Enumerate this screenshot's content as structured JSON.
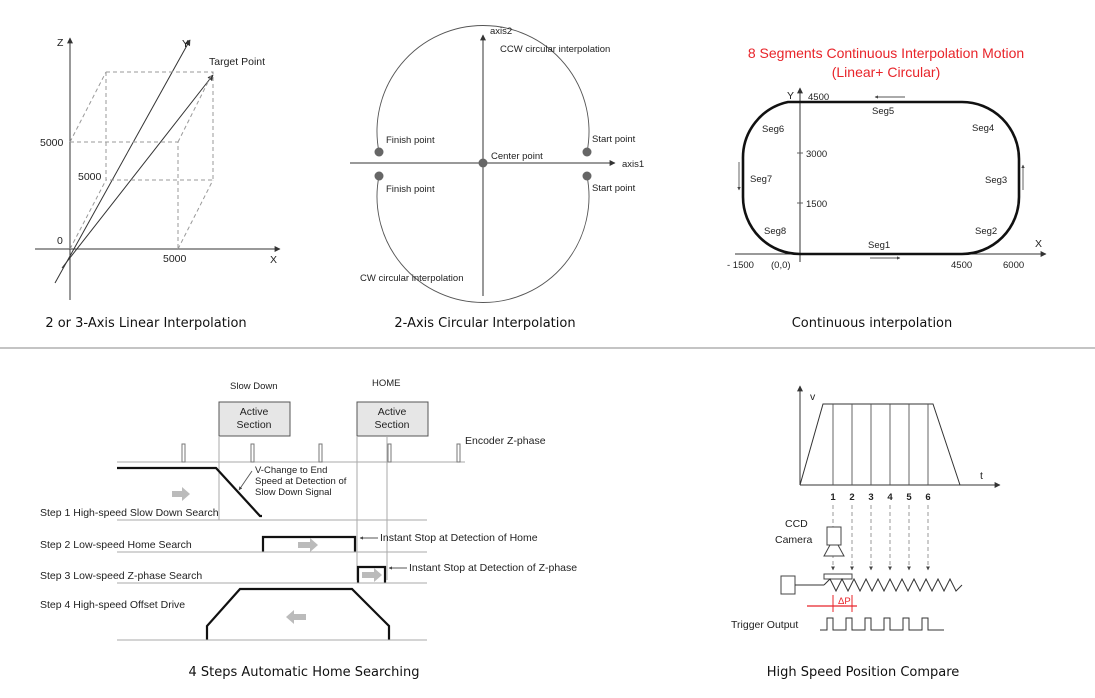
{
  "captions": {
    "linear": "2 or 3-Axis Linear Interpolation",
    "circular": "2-Axis Circular Interpolation",
    "continuous": "Continuous interpolation",
    "homing": "4 Steps Automatic Home Searching",
    "compare": "High Speed Position Compare"
  },
  "linear": {
    "z": "Z",
    "y": "Y",
    "x": "X",
    "target": "Target Point",
    "v5000a": "5000",
    "v5000b": "5000",
    "v0": "0",
    "v5000c": "5000"
  },
  "circular": {
    "axis2": "axis2",
    "axis1": "axis1",
    "ccw": "CCW circular interpolation",
    "cw": "CW circular interpolation",
    "finish1": "Finish point",
    "finish2": "Finish point",
    "start1": "Start point",
    "start2": "Start point",
    "center": "Center point"
  },
  "continuous": {
    "title1": "8 Segments Continuous Interpolation Motion",
    "title2": "(Linear+ Circular)",
    "y": "Y",
    "x": "X",
    "y4500": "4500",
    "y3000": "3000",
    "y1500": "1500",
    "xneg1500": "- 1500",
    "origin": "(0,0)",
    "x4500": "4500",
    "x6000": "6000",
    "seg1": "Seg1",
    "seg2": "Seg2",
    "seg3": "Seg3",
    "seg4": "Seg4",
    "seg5": "Seg5",
    "seg6": "Seg6",
    "seg7": "Seg7",
    "seg8": "Seg8"
  },
  "homing": {
    "slowdown": "Slow Down",
    "home": "HOME",
    "active1a": "Active",
    "active1b": "Section",
    "active2a": "Active",
    "active2b": "Section",
    "encoder": "Encoder Z-phase",
    "vchange1": "V-Change to End",
    "vchange2": "Speed at Detection of",
    "vchange3": "Slow Down Signal",
    "step1": "Step 1   High-speed Slow Down Search",
    "step2": "Step 2   Low-speed Home Search",
    "step3": "Step 3   Low-speed Z-phase Search",
    "step4": "Step 4   High-speed Offset Drive",
    "stop_home": "Instant Stop at Detection of Home",
    "stop_z": "Instant Stop at Detection of Z-phase"
  },
  "compare": {
    "v": "v",
    "t": "t",
    "n1": "1",
    "n2": "2",
    "n3": "3",
    "n4": "4",
    "n5": "5",
    "n6": "6",
    "ccd1": "CCD",
    "ccd2": "Camera",
    "dp": "ΔP",
    "trigger": "Trigger Output"
  }
}
